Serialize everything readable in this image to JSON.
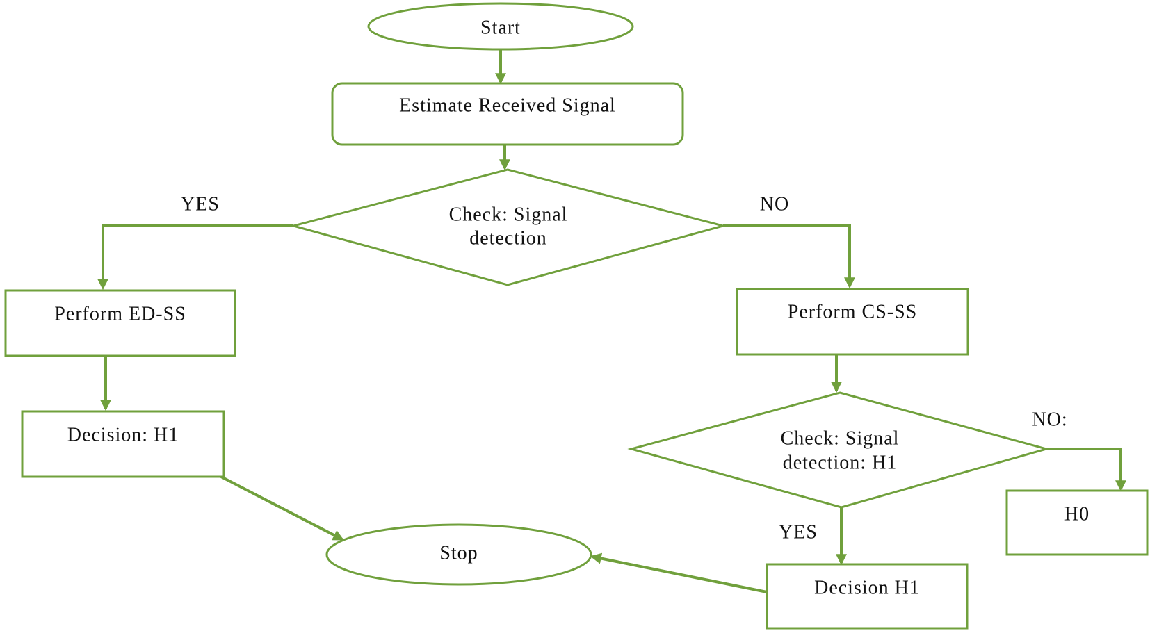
{
  "colors": {
    "accent": "#70a03c",
    "text": "#111111",
    "background": "#ffffff"
  },
  "nodes": {
    "start": {
      "label": "Start"
    },
    "estimate": {
      "label": "Estimate Received Signal"
    },
    "check1": {
      "line1": "Check: Signal",
      "line2": "detection"
    },
    "perform_ed": {
      "label": "Perform ED-SS"
    },
    "perform_cs": {
      "label": "Perform CS-SS"
    },
    "decision_left": {
      "label": "Decision: H1"
    },
    "check2": {
      "line1": "Check: Signal",
      "line2": "detection: H1"
    },
    "h0": {
      "label": "H0"
    },
    "stop": {
      "label": "Stop"
    },
    "decision_right": {
      "label": "Decision H1"
    }
  },
  "edges": {
    "check1_yes": "YES",
    "check1_no": "NO",
    "check2_no": "NO:",
    "check2_yes": "YES"
  }
}
